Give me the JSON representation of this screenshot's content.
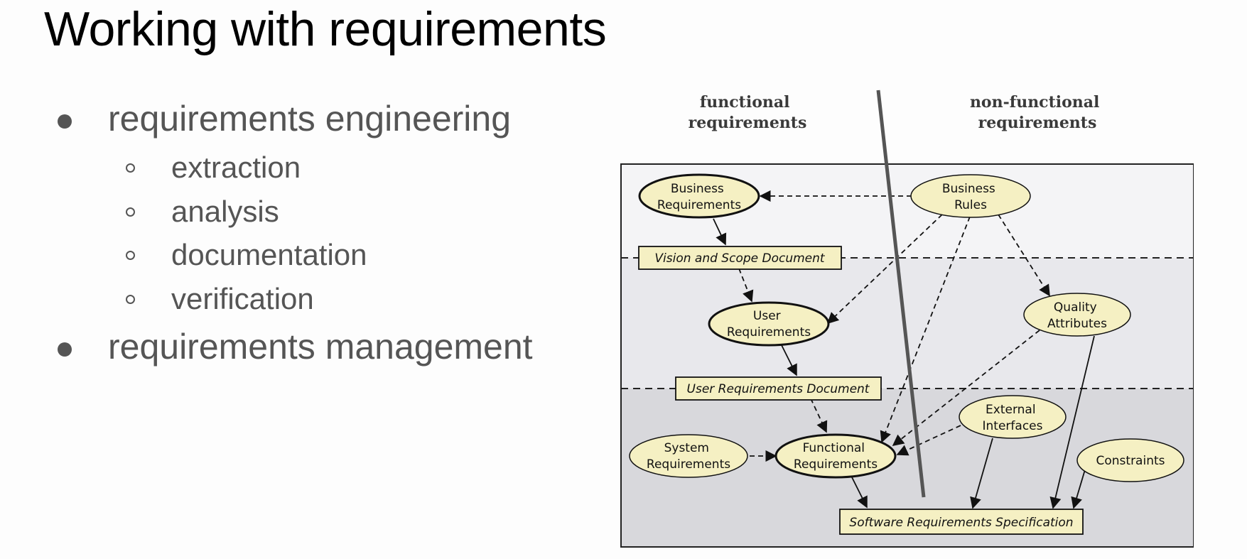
{
  "slide": {
    "title": "Working with requirements",
    "bullets": [
      {
        "text": "requirements engineering",
        "children": [
          "extraction",
          "analysis",
          "documentation",
          "verification"
        ]
      },
      {
        "text": "requirements management",
        "children": []
      }
    ]
  },
  "diagram": {
    "column_headers": {
      "functional": [
        "functional",
        "requirements"
      ],
      "non_functional": [
        "non-functional",
        "requirements"
      ]
    },
    "nodes": {
      "business_requirements": [
        "Business",
        "Requirements"
      ],
      "business_rules": [
        "Business",
        "Rules"
      ],
      "vision_scope_doc": "Vision and Scope Document",
      "user_requirements": [
        "User",
        "Requirements"
      ],
      "quality_attributes": [
        "Quality",
        "Attributes"
      ],
      "user_requirements_doc": "User Requirements Document",
      "external_interfaces": [
        "External",
        "Interfaces"
      ],
      "system_requirements": [
        "System",
        "Requirements"
      ],
      "functional_requirements": [
        "Functional",
        "Requirements"
      ],
      "constraints": "Constraints",
      "srs": "Software Requirements Specification"
    },
    "colors": {
      "node_fill": "#f5f0c3",
      "band_top": "#f4f4f6",
      "band_middle": "#e8e8ec",
      "band_bottom": "#d8d8dc",
      "stroke": "#111111",
      "divider": "#555555"
    }
  }
}
